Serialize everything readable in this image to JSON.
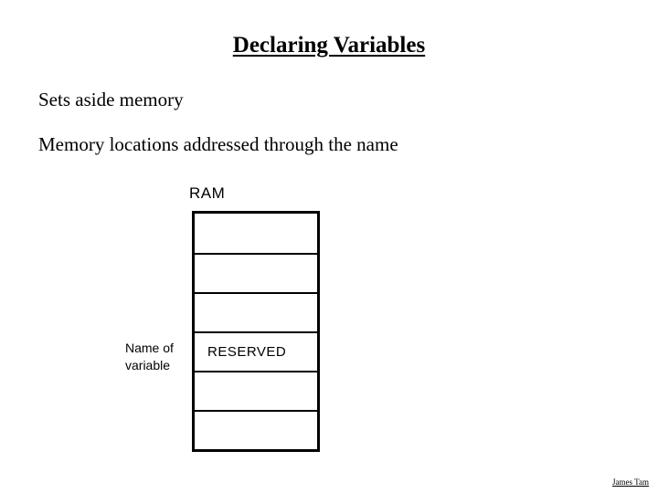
{
  "slide": {
    "title": "Declaring Variables",
    "bullets": [
      "Sets aside memory",
      "Memory locations addressed through the name"
    ],
    "diagram": {
      "ram_label": "RAM",
      "name_label_lines": [
        "Name of",
        "variable"
      ],
      "cells": [
        "",
        "",
        "",
        "RESERVED",
        "",
        ""
      ]
    },
    "footer": "James Tam",
    "colors": {
      "background": "#ffffff",
      "text": "#000000",
      "border": "#000000"
    }
  }
}
